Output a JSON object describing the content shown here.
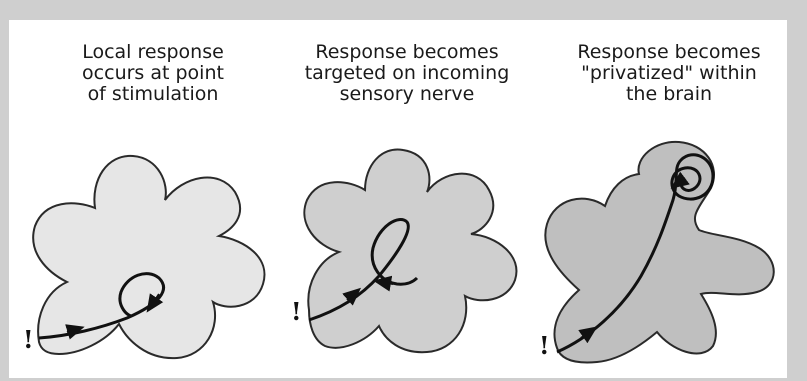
{
  "panels": [
    {
      "caption": "Local response\noccurs at point\nof stimulation",
      "stimulus_mark": "!",
      "fill": "#e6e6e6"
    },
    {
      "caption": "Response becomes\ntargeted on incoming\nsensory nerve",
      "stimulus_mark": "!",
      "fill": "#cfcfcf"
    },
    {
      "caption": "Response becomes\n\"privatized\" within\nthe brain",
      "stimulus_mark": "!",
      "fill": "#bfbfbf"
    }
  ],
  "colors": {
    "outline": "#2a2a2a",
    "path": "#111111",
    "page": "#ffffff",
    "border": "#cfcfcf"
  }
}
